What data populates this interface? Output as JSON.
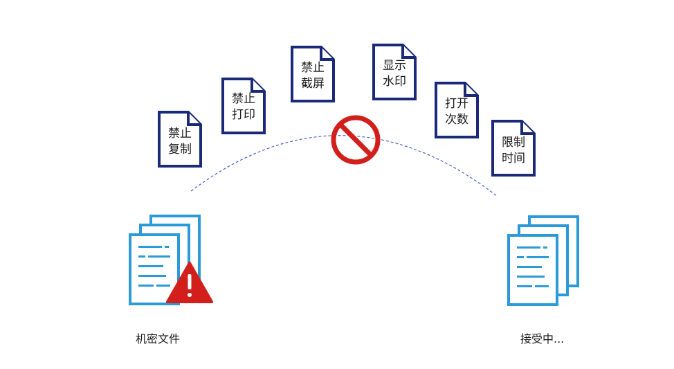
{
  "colors": {
    "doc_outline": "#1b2a78",
    "file_stack": "#2a9ad8",
    "prohibit": "#d21f1b",
    "warning": "#d21f1b",
    "arc": "#4a5fc8"
  },
  "restrictions": [
    {
      "line1": "禁止",
      "line2": "复制"
    },
    {
      "line1": "禁止",
      "line2": "打印"
    },
    {
      "line1": "禁止",
      "line2": "截屏"
    },
    {
      "line1": "显示",
      "line2": "水印"
    },
    {
      "line1": "打开",
      "line2": "次数"
    },
    {
      "line1": "限制",
      "line2": "时间"
    }
  ],
  "sender": {
    "label": "机密文件",
    "icon": "document-stack-icon",
    "badge_icon": "warning-triangle-icon"
  },
  "receiver": {
    "label": "接受中...",
    "icon": "document-stack-icon"
  },
  "center_icon": "prohibited-icon"
}
